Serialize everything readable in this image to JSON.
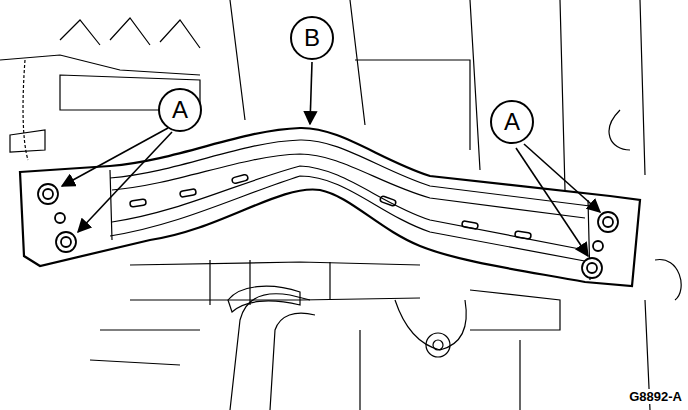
{
  "diagram": {
    "nodes": [
      {
        "text": [
          "A"
        ]
      },
      {
        "text": [
          "B"
        ]
      },
      {
        "text": [
          "A"
        ]
      }
    ],
    "labels": [
      "G8892-A"
    ]
  }
}
